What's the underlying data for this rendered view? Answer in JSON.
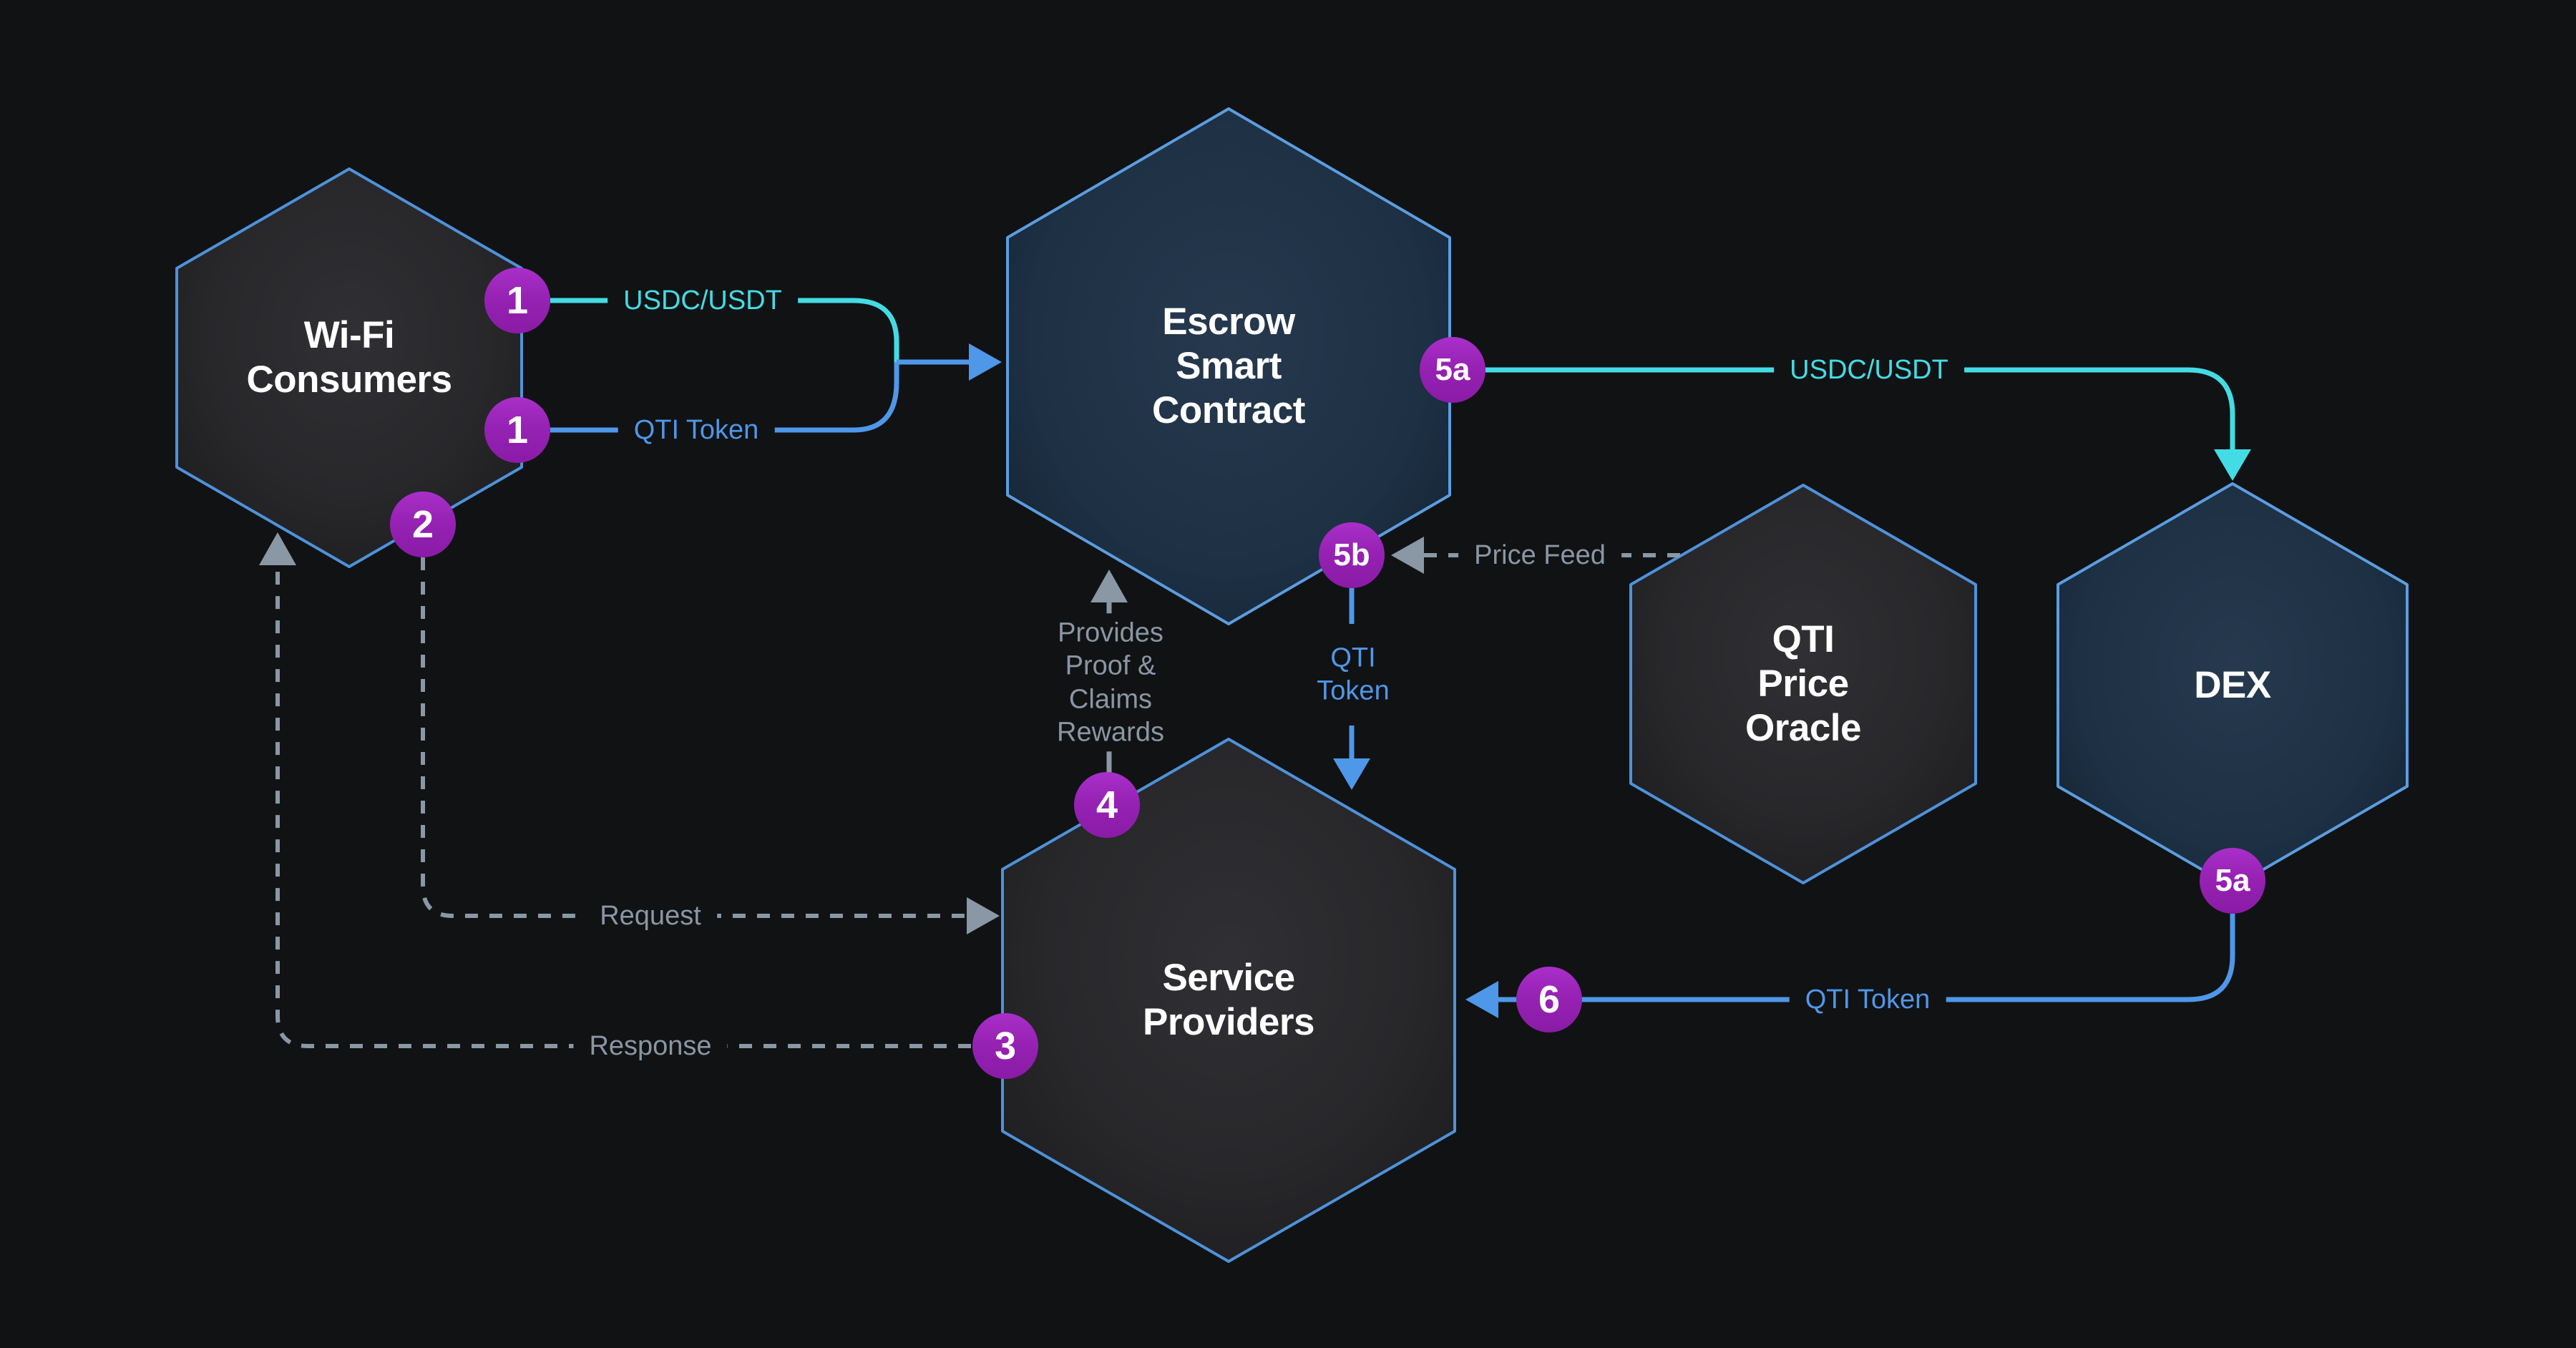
{
  "colors": {
    "background": "#111214",
    "hexagon_border": "#4e92da",
    "hexagon_fill_gray": "#2e2e31",
    "hexagon_fill_navy": "#26394e",
    "badge_purple": "#9a24ba",
    "arrow_teal": "#43dce4",
    "arrow_blue": "#4f97e8",
    "arrow_gray": "#8a97a5",
    "text_white": "#ffffff"
  },
  "nodes": {
    "wifi": {
      "label": "Wi-Fi\nConsumers"
    },
    "escrow": {
      "label": "Escrow\nSmart\nContract"
    },
    "oracle": {
      "label": "QTI\nPrice\nOracle"
    },
    "dex": {
      "label": "DEX"
    },
    "service": {
      "label": "Service\nProviders"
    }
  },
  "badges": {
    "b1a": "1",
    "b1b": "1",
    "b2": "2",
    "b3": "3",
    "b4": "4",
    "b5a_escrow": "5a",
    "b5b": "5b",
    "b5a_dex": "5a",
    "b6": "6"
  },
  "edge_labels": {
    "usdc_deposit": "USDC/USDT",
    "qti_deposit": "QTI Token",
    "usdc_to_dex": "USDC/USDT",
    "price_feed": "Price Feed",
    "qti_reward": "QTI\nToken",
    "provides": "Provides\nProof &\nClaims\nRewards",
    "request": "Request",
    "response": "Response",
    "qti_from_dex": "QTI Token"
  }
}
